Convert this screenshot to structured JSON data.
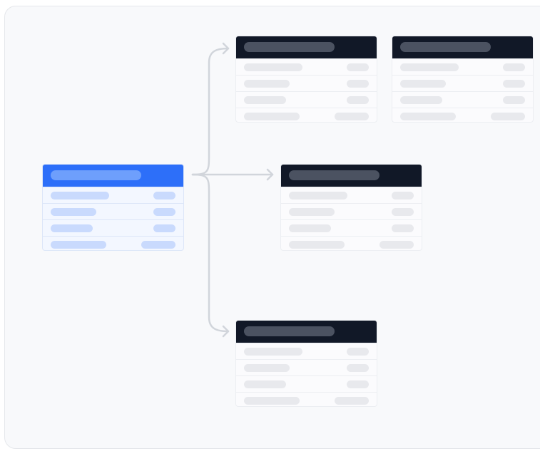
{
  "canvas": {
    "background": "#f8f9fb",
    "border": "#e5e7eb"
  },
  "colors": {
    "primary_header": "#2d6ff9",
    "primary_title_pill": "#6e9ffc",
    "primary_body": "#f3f7ff",
    "primary_placeholder": "#c9dafd",
    "secondary_header": "#111827",
    "secondary_title_pill": "#4b5261",
    "secondary_body": "#fbfbfd",
    "secondary_placeholder": "#e8e9ed",
    "connector": "#d1d5db"
  },
  "nodes": [
    {
      "id": "source",
      "variant": "primary",
      "row_count": 4
    },
    {
      "id": "target-top-left",
      "variant": "secondary",
      "row_count": 4
    },
    {
      "id": "target-top-right",
      "variant": "secondary",
      "row_count": 4
    },
    {
      "id": "target-middle",
      "variant": "secondary",
      "row_count": 4
    },
    {
      "id": "target-bottom",
      "variant": "secondary",
      "row_count": 4
    }
  ],
  "edges": [
    {
      "from": "source",
      "to": "target-top-left",
      "arrow": "right"
    },
    {
      "from": "source",
      "to": "target-middle",
      "arrow": "right"
    },
    {
      "from": "source",
      "to": "target-bottom",
      "arrow": "right"
    }
  ]
}
